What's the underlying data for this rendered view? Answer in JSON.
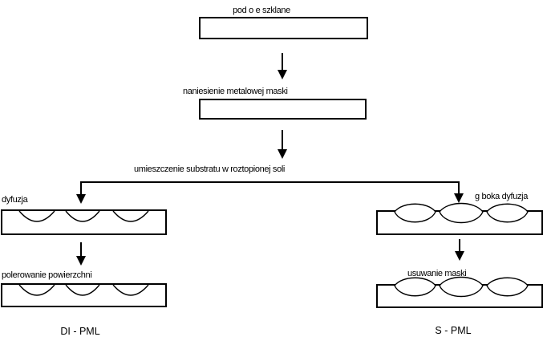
{
  "colors": {
    "ink": "#000000",
    "background": "#ffffff"
  },
  "flowchart": {
    "top": {
      "step1_label": "pod o e szklane",
      "step2_label": "naniesienie metalowej maski",
      "step3_label": "umieszczenie substratu w roztopionej soli"
    },
    "left_branch": {
      "step1_label": "dyfuzja",
      "step2_label": "polerowanie powierzchni",
      "result_label": "DI - PML"
    },
    "right_branch": {
      "step1_label": "g boka dyfuzja",
      "step2_label": "usuwanie maski",
      "result_label": "S - PML"
    }
  }
}
